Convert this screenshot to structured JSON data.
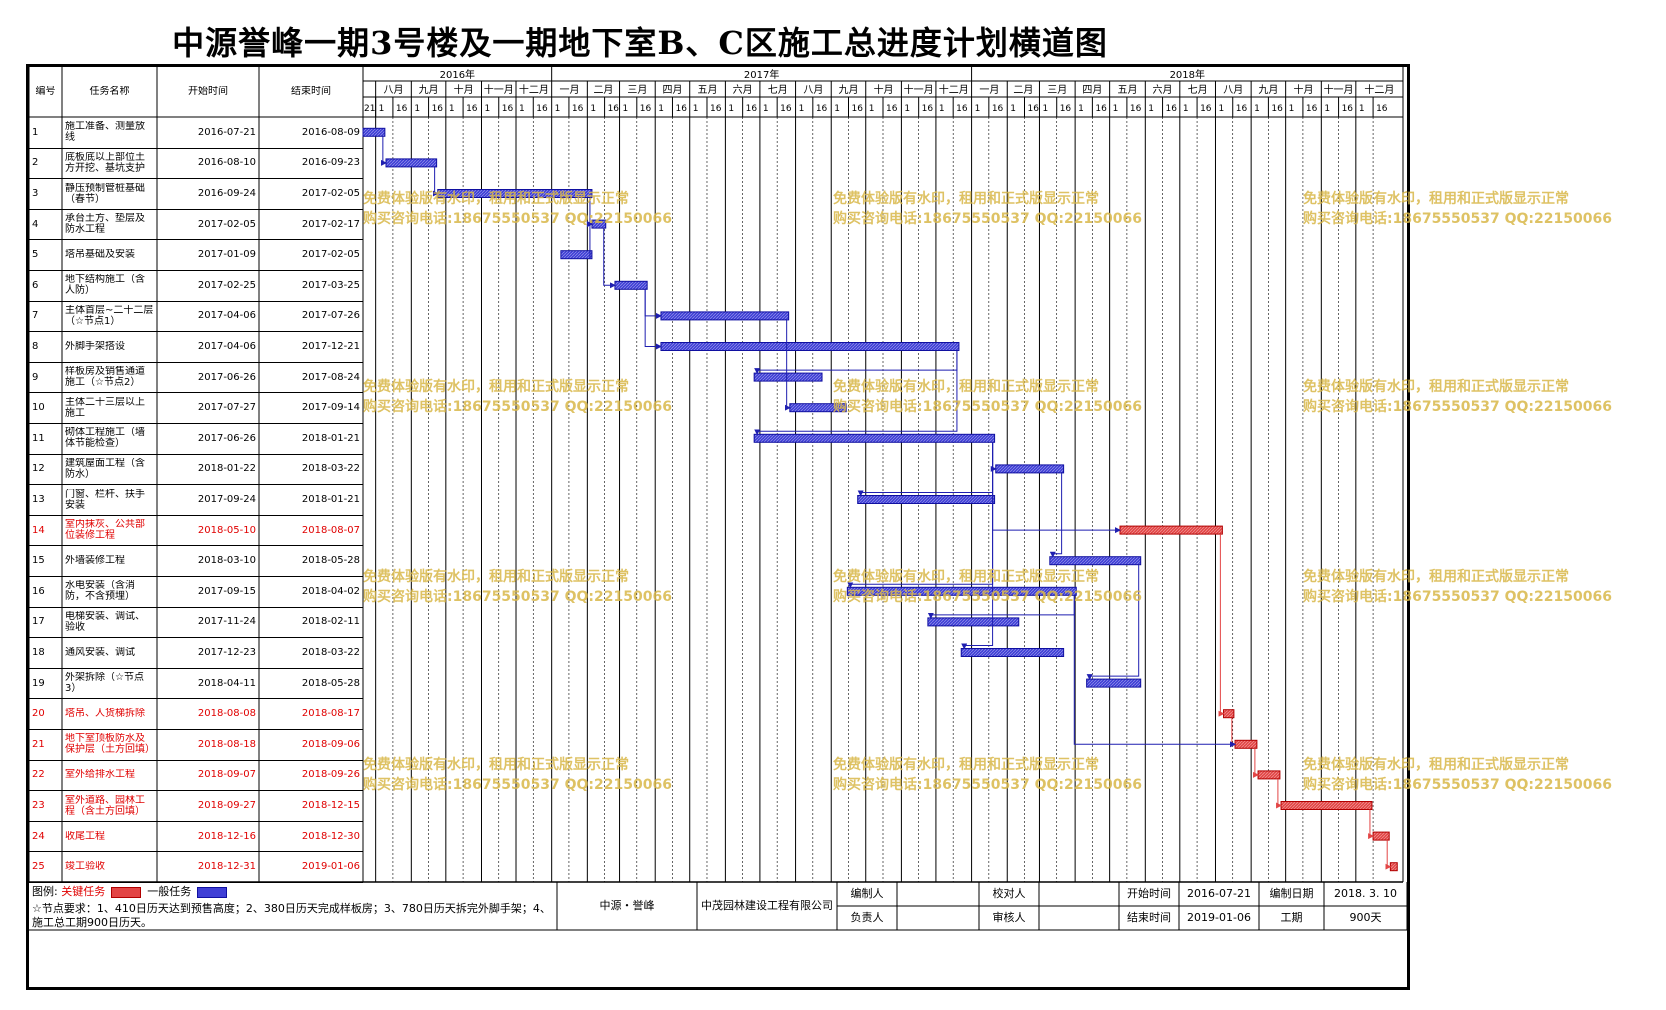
{
  "title": "中源誉峰一期3号楼及一期地下室B、C区施工总进度计划横道图",
  "colors": {
    "normal": "#3f3fd6",
    "critical": "#e34545",
    "link": "#1f1fb0",
    "watermark": "#d9b84a"
  },
  "headers": {
    "id": "编号",
    "name": "任务名称",
    "start": "开始时间",
    "end": "结束时间"
  },
  "timeline": {
    "years": [
      {
        "label": "2016年",
        "from": 0,
        "to": 5
      },
      {
        "label": "2017年",
        "from": 5,
        "to": 17
      },
      {
        "label": "2018年",
        "from": 17,
        "to": 29
      }
    ],
    "months": [
      "八月",
      "九月",
      "十月",
      "十一月",
      "十二月",
      "一月",
      "二月",
      "三月",
      "四月",
      "五月",
      "六月",
      "七月",
      "八月",
      "九月",
      "十月",
      "十一月",
      "十二月",
      "一月",
      "二月",
      "三月",
      "四月",
      "五月",
      "六月",
      "七月",
      "八月",
      "九月",
      "十月",
      "十一月",
      "十二月"
    ],
    "first_tick": "21"
  },
  "tasks": [
    {
      "id": "1",
      "name": "施工准备、测量放线",
      "start": "2016-07-21",
      "end": "2016-08-09",
      "critical": false
    },
    {
      "id": "2",
      "name": "底板底以上部位土方开挖、基坑支护",
      "start": "2016-08-10",
      "end": "2016-09-23",
      "critical": false
    },
    {
      "id": "3",
      "name": "静压预制管桩基础（春节）",
      "start": "2016-09-24",
      "end": "2017-02-05",
      "critical": false
    },
    {
      "id": "4",
      "name": "承台土方、垫层及防水工程",
      "start": "2017-02-05",
      "end": "2017-02-17",
      "critical": false
    },
    {
      "id": "5",
      "name": "塔吊基础及安装",
      "start": "2017-01-09",
      "end": "2017-02-05",
      "critical": false
    },
    {
      "id": "6",
      "name": "地下结构施工（含人防）",
      "start": "2017-02-25",
      "end": "2017-03-25",
      "critical": false
    },
    {
      "id": "7",
      "name": "主体首层~二十二层（☆节点1）",
      "start": "2017-04-06",
      "end": "2017-07-26",
      "critical": false
    },
    {
      "id": "8",
      "name": "外脚手架搭设",
      "start": "2017-04-06",
      "end": "2017-12-21",
      "critical": false
    },
    {
      "id": "9",
      "name": "样板房及销售通道施工（☆节点2）",
      "start": "2017-06-26",
      "end": "2017-08-24",
      "critical": false
    },
    {
      "id": "10",
      "name": "主体二十三层以上施工",
      "start": "2017-07-27",
      "end": "2017-09-14",
      "critical": false
    },
    {
      "id": "11",
      "name": "砌体工程施工（墙体节能检查）",
      "start": "2017-06-26",
      "end": "2018-01-21",
      "critical": false
    },
    {
      "id": "12",
      "name": "建筑屋面工程（含防水）",
      "start": "2018-01-22",
      "end": "2018-03-22",
      "critical": false
    },
    {
      "id": "13",
      "name": "门窗、栏杆、扶手安装",
      "start": "2017-09-24",
      "end": "2018-01-21",
      "critical": false
    },
    {
      "id": "14",
      "name": "室内抹灰、公共部位装修工程",
      "start": "2018-05-10",
      "end": "2018-08-07",
      "critical": true
    },
    {
      "id": "15",
      "name": "外墙装修工程",
      "start": "2018-03-10",
      "end": "2018-05-28",
      "critical": false
    },
    {
      "id": "16",
      "name": "水电安装（含消防，不含预埋）",
      "start": "2017-09-15",
      "end": "2018-04-02",
      "critical": false
    },
    {
      "id": "17",
      "name": "电梯安装、调试、验收",
      "start": "2017-11-24",
      "end": "2018-02-11",
      "critical": false
    },
    {
      "id": "18",
      "name": "通风安装、调试",
      "start": "2017-12-23",
      "end": "2018-03-22",
      "critical": false
    },
    {
      "id": "19",
      "name": "外架拆除（☆节点3）",
      "start": "2018-04-11",
      "end": "2018-05-28",
      "critical": false
    },
    {
      "id": "20",
      "name": "塔吊、人货梯拆除",
      "start": "2018-08-08",
      "end": "2018-08-17",
      "critical": true
    },
    {
      "id": "21",
      "name": "地下室顶板防水及保护层（土方回填）",
      "start": "2018-08-18",
      "end": "2018-09-06",
      "critical": true
    },
    {
      "id": "22",
      "name": "室外给排水工程",
      "start": "2018-09-07",
      "end": "2018-09-26",
      "critical": true
    },
    {
      "id": "23",
      "name": "室外道路、园林工程（含土方回填）",
      "start": "2018-09-27",
      "end": "2018-12-15",
      "critical": true
    },
    {
      "id": "24",
      "name": "收尾工程",
      "start": "2018-12-16",
      "end": "2018-12-30",
      "critical": true
    },
    {
      "id": "25",
      "name": "竣工验收",
      "start": "2018-12-31",
      "end": "2019-01-06",
      "critical": true
    }
  ],
  "watermark": {
    "line1": "免费体验版有水印，租用和正式版显示正常",
    "line2": "购买咨询电话:18675550537 QQ:22150066"
  },
  "footer": {
    "legend_label": "图例:",
    "critical_label": "关键任务",
    "normal_label": "一般任务",
    "note": "☆节点要求：1、410日历天达到预售高度；2、380日历天完成样板房；3、780日历天拆完外脚手架；4、施工总工期900日历天。",
    "company1": "中源・誉峰",
    "company2": "中茂园林建设工程有限公司",
    "compiler_label": "编制人",
    "checker_label": "校对人",
    "owner_label": "负责人",
    "reviewer_label": "审核人",
    "start_label": "开始时间",
    "start_value": "2016-07-21",
    "end_label": "结束时间",
    "end_value": "2019-01-06",
    "date_label": "编制日期",
    "date_value": "2018. 3. 10",
    "duration_label": "工期",
    "duration_value": "900天"
  }
}
